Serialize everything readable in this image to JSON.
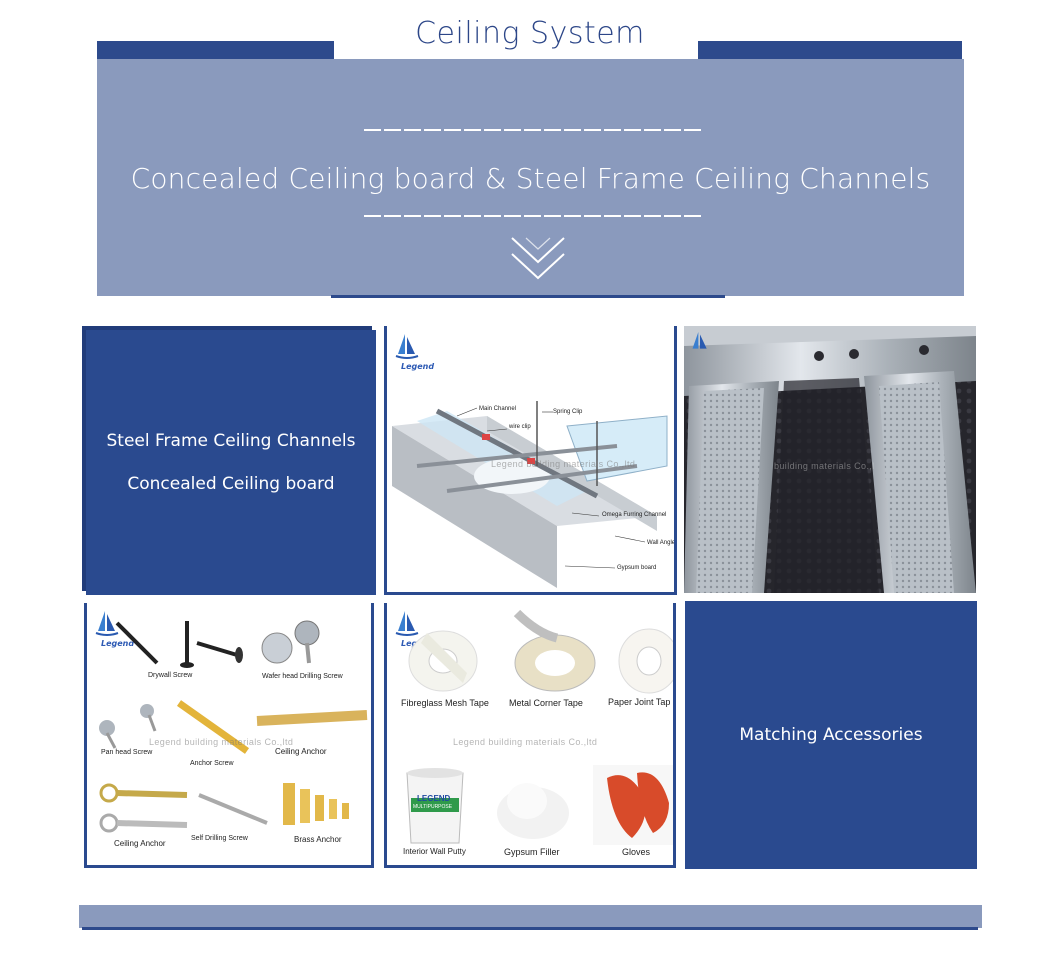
{
  "header": {
    "title": "Ceiling System"
  },
  "banner": {
    "subtitle": "Concealed  Ceiling board  & Steel Frame Ceiling Channels"
  },
  "tiles": {
    "intro": {
      "line1": "Steel Frame Ceiling Channels",
      "line2": "Concealed Ceiling board"
    },
    "accessories": {
      "label": "Matching Accessories"
    }
  },
  "brand": {
    "logo_text": "Legend",
    "watermark": "Legend building materials Co.,ltd",
    "watermark_short": "building materials Co.,l"
  },
  "diagram": {
    "main_channel": "Main Channel",
    "spring_clip": "Spring Clip",
    "wire_clip": "wire clip",
    "omega": "Omega Furring Channel",
    "wall_angle": "Wall Angle",
    "gypsum": "Gypsum board"
  },
  "screws": {
    "drywall": "Drywall Screw",
    "wafer": "Wafer head Drilling Screw",
    "pan": "Pan head Screw",
    "anchor_screw": "Anchor Screw",
    "ceiling_anchor_1": "Ceiling Anchor",
    "ceiling_anchor_2": "Ceiling Anchor",
    "self_drilling": "Self Drilling Screw",
    "brass": "Brass Anchor"
  },
  "materials": {
    "mesh": "Fibreglass Mesh Tape",
    "corner": "Metal Corner Tape",
    "paper": "Paper Joint Tap",
    "putty": "Interior Wall Putty",
    "filler": "Gypsum Filler",
    "gloves": "Gloves",
    "bucket_brand": "LEGEND",
    "bucket_sub": "MULTIPURPOSE"
  },
  "colors": {
    "navy": "#2a4a8f",
    "banner": "#8a9abd",
    "title": "#2c4688"
  }
}
